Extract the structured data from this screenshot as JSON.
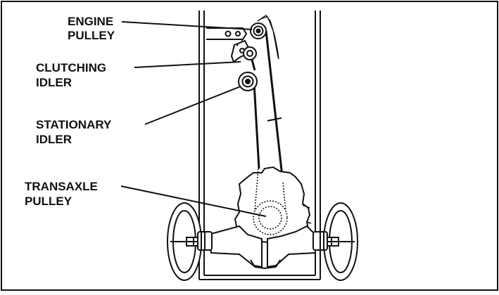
{
  "labels": {
    "engine_pulley": {
      "line1": "ENGINE",
      "line2": "PULLEY"
    },
    "clutching_idler": {
      "line1": "CLUTCHING",
      "line2": "IDLER"
    },
    "stationary_idler": {
      "line1": "STATIONARY",
      "line2": "IDLER"
    },
    "transaxle_pulley": {
      "line1": "TRANSAXLE",
      "line2": "PULLEY"
    }
  },
  "colors": {
    "stroke": "#111111",
    "background": "#ffffff"
  }
}
